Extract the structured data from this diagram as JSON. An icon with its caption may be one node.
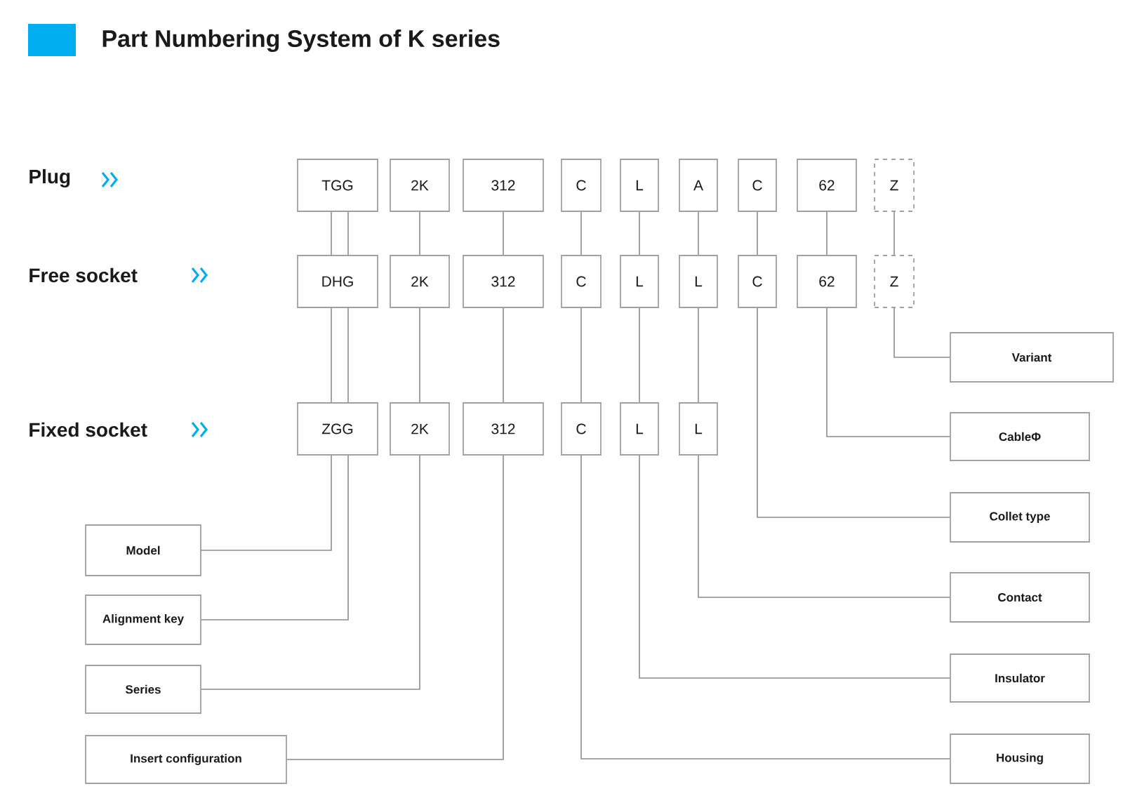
{
  "diagram": {
    "title": "Part Numbering System of K series",
    "nodes": [
      {
        "text": [
          "TGG"
        ]
      },
      {
        "text": [
          "2K"
        ]
      },
      {
        "text": [
          "312"
        ]
      },
      {
        "text": [
          "C"
        ]
      },
      {
        "text": [
          "L"
        ]
      },
      {
        "text": [
          "A"
        ]
      },
      {
        "text": [
          "C"
        ]
      },
      {
        "text": [
          "62"
        ]
      },
      {
        "text": [
          "Z"
        ]
      },
      {
        "text": [
          "DHG"
        ]
      },
      {
        "text": [
          "2K"
        ]
      },
      {
        "text": [
          "312"
        ]
      },
      {
        "text": [
          "C"
        ]
      },
      {
        "text": [
          "L"
        ]
      },
      {
        "text": [
          "L"
        ]
      },
      {
        "text": [
          "C"
        ]
      },
      {
        "text": [
          "62"
        ]
      },
      {
        "text": [
          "Z"
        ]
      },
      {
        "text": [
          "ZGG"
        ]
      },
      {
        "text": [
          "2K"
        ]
      },
      {
        "text": [
          "312"
        ]
      },
      {
        "text": [
          "C"
        ]
      },
      {
        "text": [
          "L"
        ]
      },
      {
        "text": [
          "L"
        ]
      },
      {
        "text": [
          "Model"
        ]
      },
      {
        "text": [
          "Alignment key"
        ]
      },
      {
        "text": [
          "Series"
        ]
      },
      {
        "text": [
          "Insert configuration"
        ]
      },
      {
        "text": [
          "Variant"
        ]
      },
      {
        "text": [
          "CableΦ"
        ]
      },
      {
        "text": [
          "Collet type"
        ]
      },
      {
        "text": [
          "Contact"
        ]
      },
      {
        "text": [
          "Insulator"
        ]
      },
      {
        "text": [
          "Housing"
        ]
      }
    ],
    "edges": [
      {
        "from": 0,
        "to": 9,
        "arrow": "none"
      },
      {
        "from": 0,
        "to": 9,
        "arrow": "none"
      },
      {
        "from": 1,
        "to": 10,
        "arrow": "none"
      },
      {
        "from": 2,
        "to": 11,
        "arrow": "none"
      },
      {
        "from": 3,
        "to": 12,
        "arrow": "none"
      },
      {
        "from": 4,
        "to": 13,
        "arrow": "none"
      },
      {
        "from": 5,
        "to": 14,
        "arrow": "none"
      },
      {
        "from": 6,
        "to": 15,
        "arrow": "none"
      },
      {
        "from": 7,
        "to": 16,
        "arrow": "none"
      },
      {
        "from": 8,
        "to": 17,
        "arrow": "none"
      },
      {
        "from": 9,
        "to": 18,
        "arrow": "none"
      },
      {
        "from": 9,
        "to": 18,
        "arrow": "none"
      },
      {
        "from": 10,
        "to": 19,
        "arrow": "none"
      },
      {
        "from": 11,
        "to": 20,
        "arrow": "none"
      },
      {
        "from": 12,
        "to": 21,
        "arrow": "none"
      },
      {
        "from": 13,
        "to": 22,
        "arrow": "none"
      },
      {
        "from": 14,
        "to": 23,
        "arrow": "none"
      },
      {
        "from": 18,
        "to": 24,
        "arrow": "none"
      },
      {
        "from": 18,
        "to": 25,
        "arrow": "none"
      },
      {
        "from": 19,
        "to": 26,
        "arrow": "none"
      },
      {
        "from": 20,
        "to": 27,
        "arrow": "none"
      },
      {
        "from": 21,
        "to": 33,
        "arrow": "none"
      },
      {
        "from": 22,
        "to": 32,
        "arrow": "none"
      },
      {
        "from": 23,
        "to": 31,
        "arrow": "none"
      },
      {
        "from": 15,
        "to": 30,
        "arrow": "none"
      },
      {
        "from": 16,
        "to": 29,
        "arrow": "none"
      },
      {
        "from": 17,
        "to": 28,
        "arrow": "none"
      }
    ],
    "labels": [
      "Plug",
      "Free socket",
      "Fixed socket"
    ]
  }
}
